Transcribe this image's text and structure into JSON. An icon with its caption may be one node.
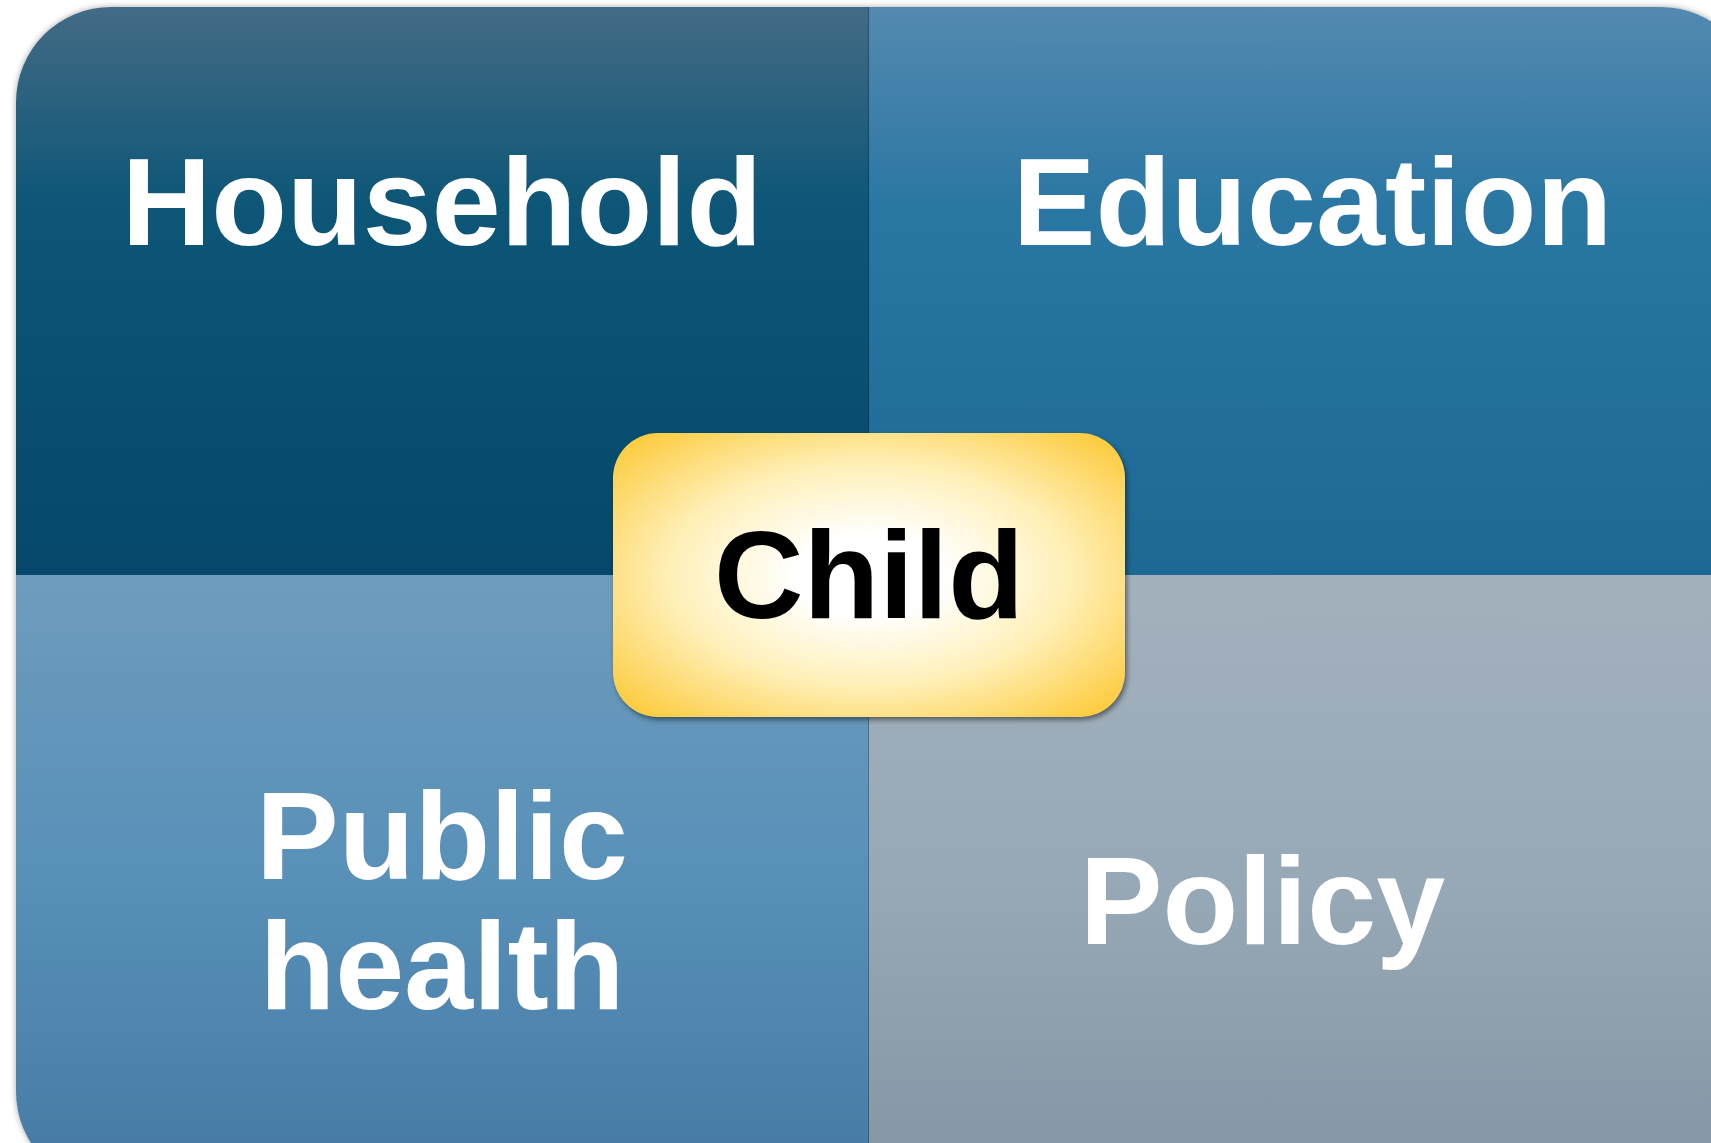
{
  "diagram": {
    "nodes": [
      {
        "text": [
          "Household"
        ]
      },
      {
        "text": [
          "Education"
        ]
      },
      {
        "text": [
          "Public health"
        ]
      },
      {
        "text": [
          "Policy"
        ]
      },
      {
        "text": [
          "Child"
        ]
      }
    ]
  }
}
